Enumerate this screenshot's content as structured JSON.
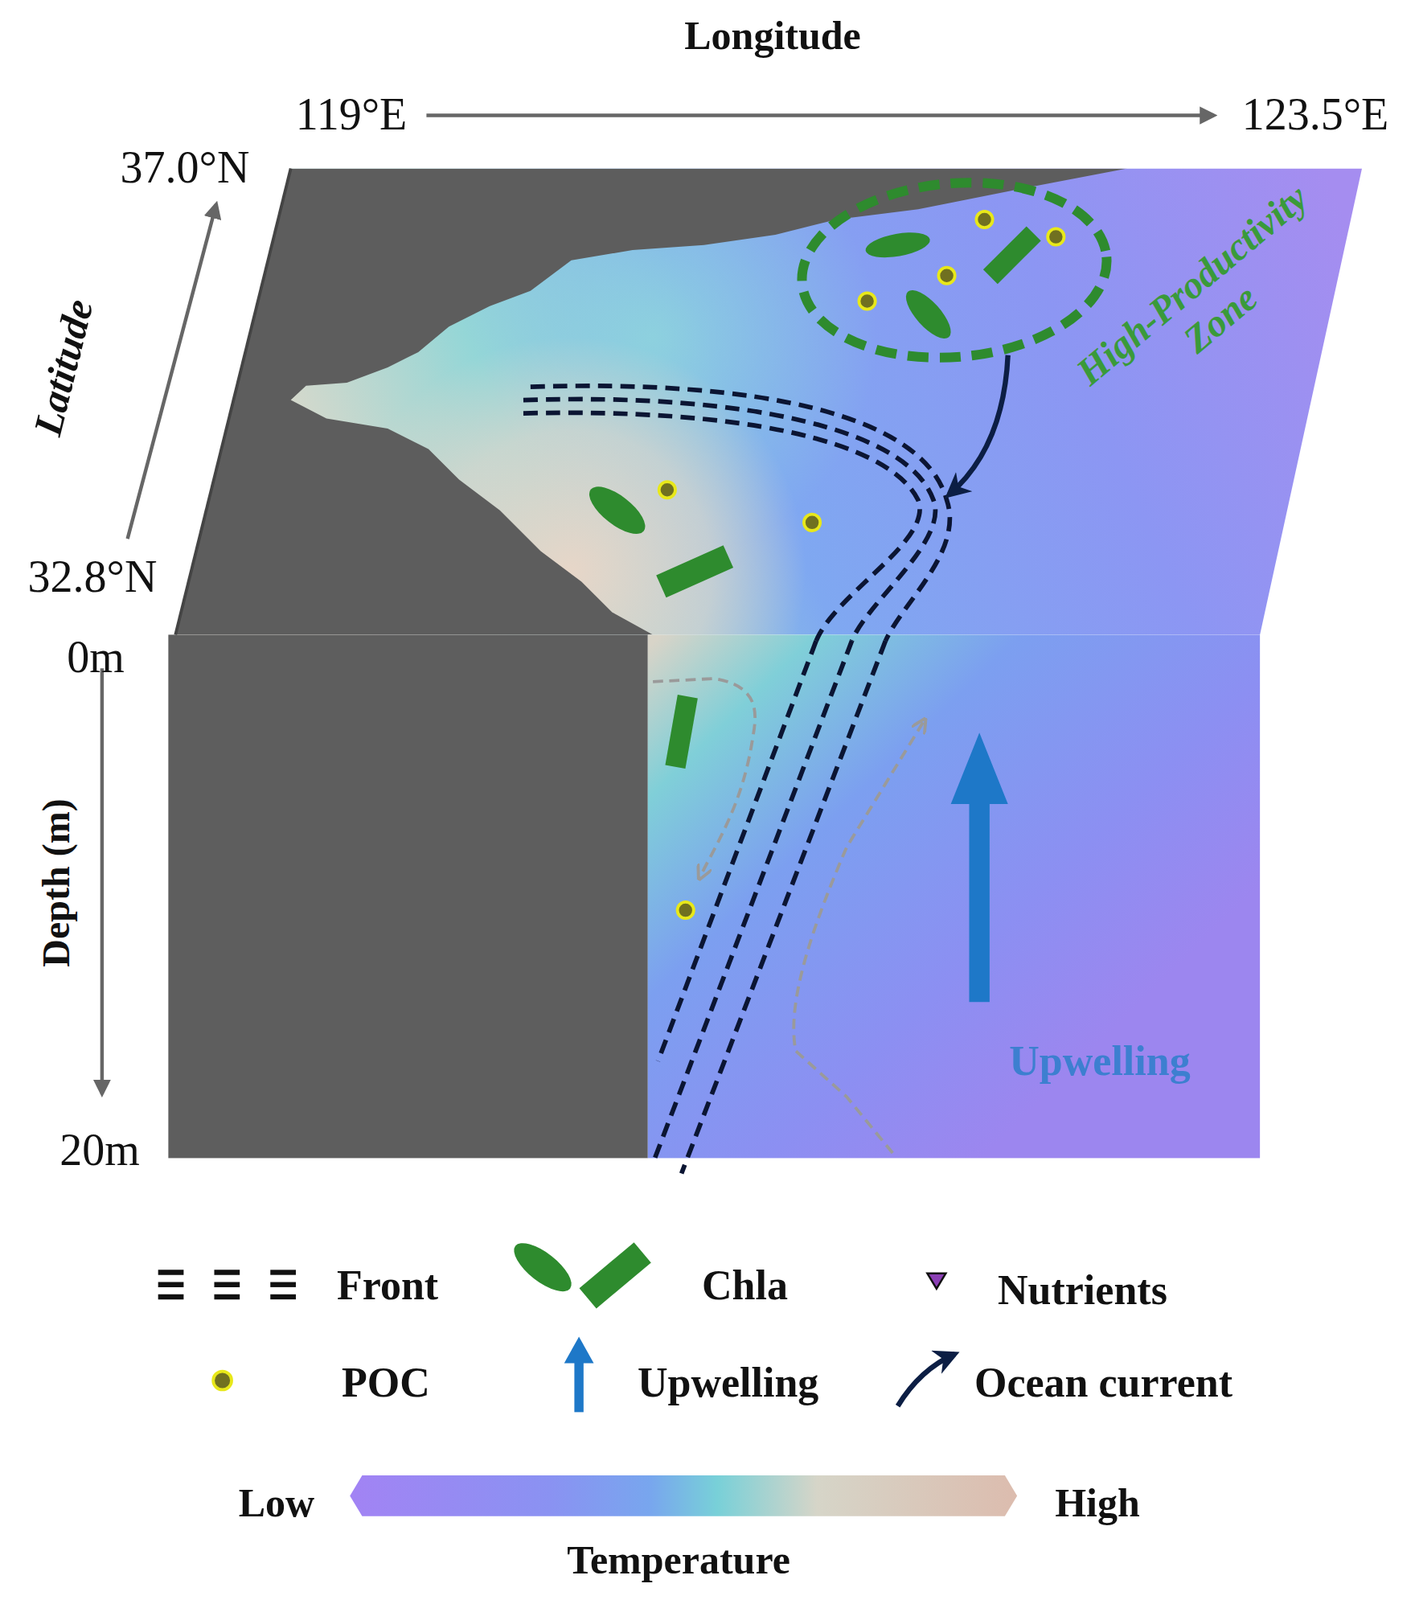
{
  "diagram": {
    "nodes": [
      {
        "text": [
          "High-Productivity Zone"
        ]
      }
    ],
    "labels": [
      "Longitude",
      "119°E",
      "123.5°E",
      "37.0°N",
      "Latitude",
      "32.8°N",
      "0m",
      "Depth (m)",
      "20m",
      "Upwelling",
      "Low",
      "High",
      "Temperature"
    ],
    "legend": [
      {
        "text": "Front"
      },
      {
        "text": "Chla"
      },
      {
        "text": "Nutrients"
      },
      {
        "text": "POC"
      },
      {
        "text": "Upwelling"
      },
      {
        "text": "Ocean current"
      }
    ]
  }
}
